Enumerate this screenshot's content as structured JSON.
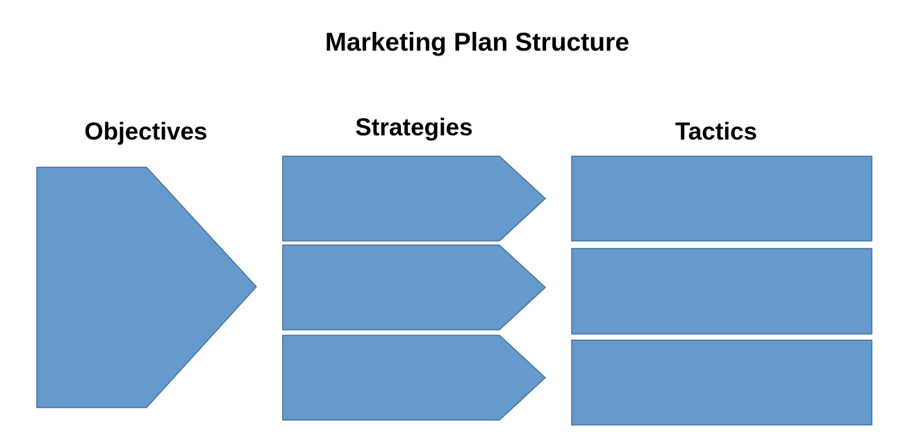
{
  "title": "Marketing Plan Structure",
  "columns": {
    "objectives": {
      "heading": "Objectives",
      "shape_count": 1
    },
    "strategies": {
      "heading": "Strategies",
      "shape_count": 3
    },
    "tactics": {
      "heading": "Tactics",
      "shape_count": 3
    }
  },
  "colors": {
    "shape_fill": "#6699CC",
    "shape_stroke": "#41719C",
    "text": "#000000",
    "background": "#FFFFFF"
  }
}
